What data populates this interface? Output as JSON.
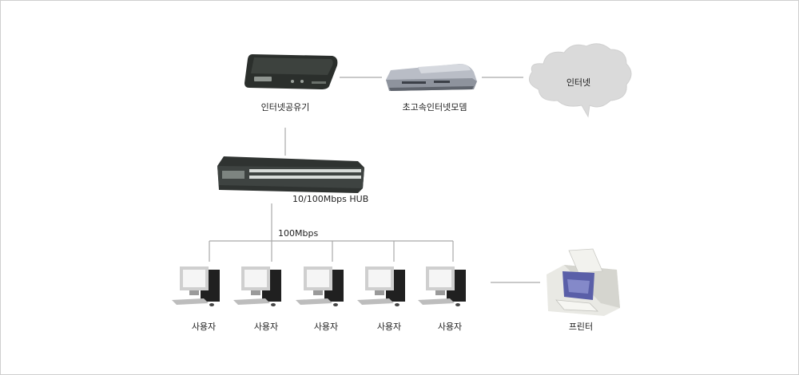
{
  "labels": {
    "router": "인터넷공유기",
    "modem": "초고속인터넷모뎀",
    "internet": "인터넷",
    "hub": "10/100Mbps HUB",
    "speed": "100Mbps",
    "users": [
      "사용자",
      "사용자",
      "사용자",
      "사용자",
      "사용자"
    ],
    "printer": "프린터"
  },
  "colors": {
    "line": "#a9a9a9",
    "cloud": "#dadada",
    "device_dark": "#2b2f2c",
    "printer_accent": "#5a5fa8"
  }
}
